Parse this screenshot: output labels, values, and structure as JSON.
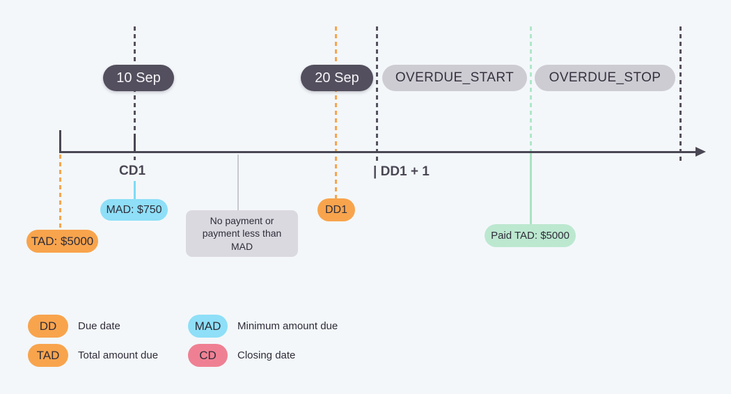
{
  "diagram": {
    "date_badges": {
      "sep10": "10 Sep",
      "sep20": "20 Sep",
      "overdue_start": "OVERDUE_START",
      "overdue_stop": "OVERDUE_STOP"
    },
    "axis_labels": {
      "cd1": "CD1",
      "dd1_plus_1": "| DD1 + 1"
    },
    "annotations": {
      "tad": "TAD: $5000",
      "mad": "MAD: $750",
      "dd1": "DD1",
      "no_payment_note": "No payment or payment less than MAD",
      "paid_tad": "Paid TAD: $5000"
    },
    "colors": {
      "background": "#F3F7FA",
      "dark_slate": "#4A4754",
      "dark_pill": "#534F5E",
      "orange": "#F8A44D",
      "light_blue": "#8EDFF7",
      "pink": "#EF8093",
      "mint": "#BCE8D0",
      "mint_line": "#A9E3C3",
      "gray_pill": "#CECCD3",
      "gray_box": "#DBD9E0"
    }
  },
  "legend": {
    "items": [
      {
        "key": "DD",
        "label": "Due date"
      },
      {
        "key": "TAD",
        "label": "Total amount due"
      },
      {
        "key": "MAD",
        "label": "Minimum amount due"
      },
      {
        "key": "CD",
        "label": "Closing date"
      }
    ]
  }
}
